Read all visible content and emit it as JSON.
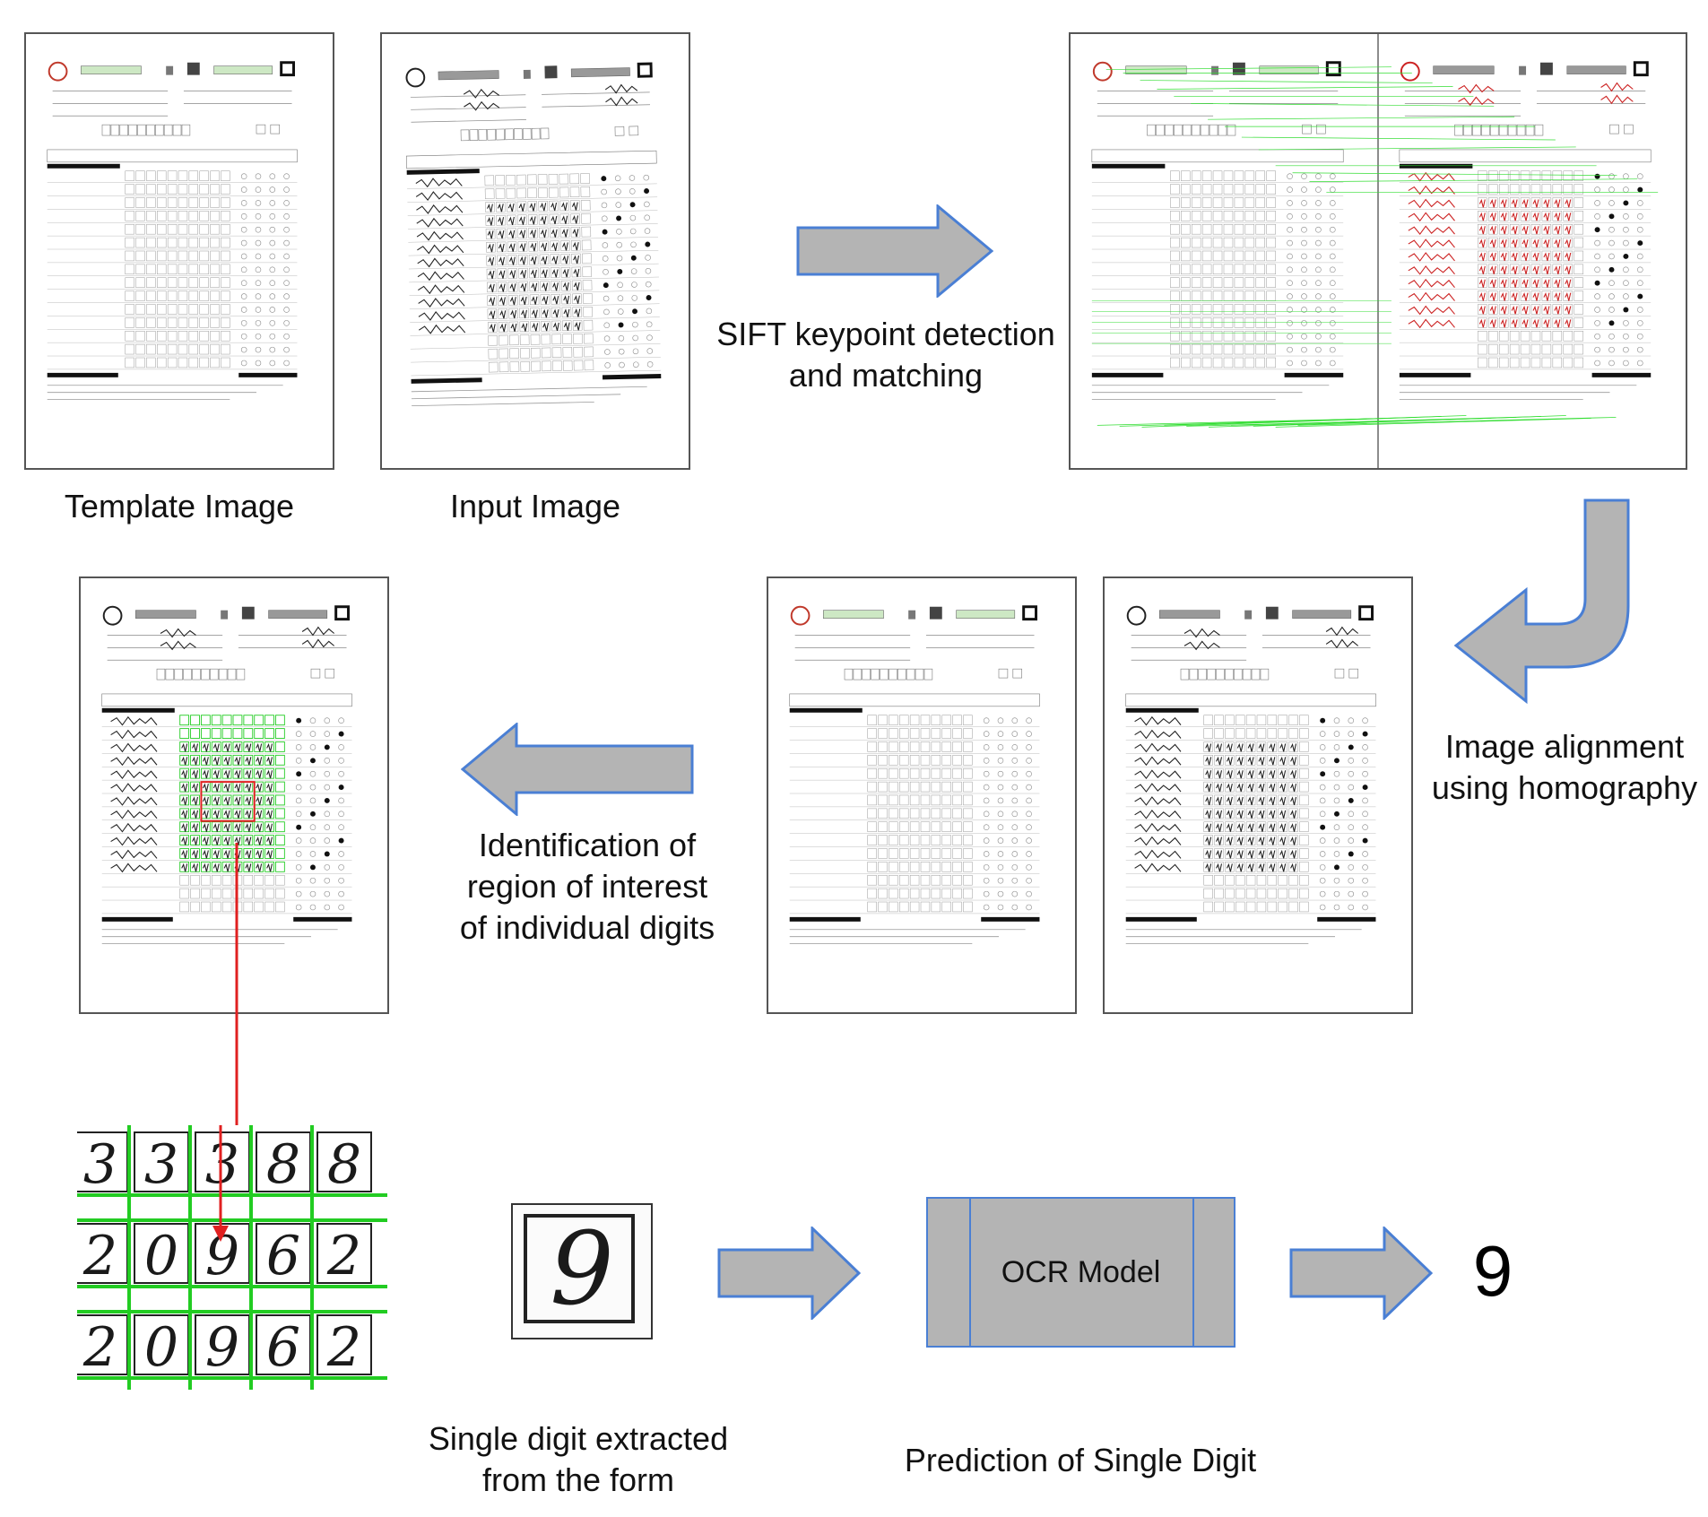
{
  "captions": {
    "template": "Template Image",
    "input": "Input Image",
    "sift": [
      "SIFT keypoint detection",
      "and matching"
    ],
    "homography": [
      "Image alignment",
      "using homography"
    ],
    "roi": [
      "Identification of",
      "region of interest",
      "of individual digits"
    ],
    "single_digit": [
      "Single digit extracted",
      "from the form"
    ],
    "prediction": "Prediction of Single Digit"
  },
  "ocr_box": {
    "label": "OCR Model"
  },
  "extracted_digit": "9",
  "result_digit": "9",
  "zoom_rows": [
    [
      "3",
      "3",
      "3",
      "8",
      "8"
    ],
    [
      "2",
      "0",
      "9",
      "6",
      "2"
    ],
    [
      "2",
      "0",
      "9",
      "6",
      "2"
    ]
  ],
  "colors": {
    "arrow_fill": "#b4b4b4",
    "arrow_stroke": "#4a7fd4",
    "roi_green": "#22cc22",
    "highlight_red": "#e02020",
    "match_green": "#33dd33",
    "overlay_red": "#cc2222"
  }
}
